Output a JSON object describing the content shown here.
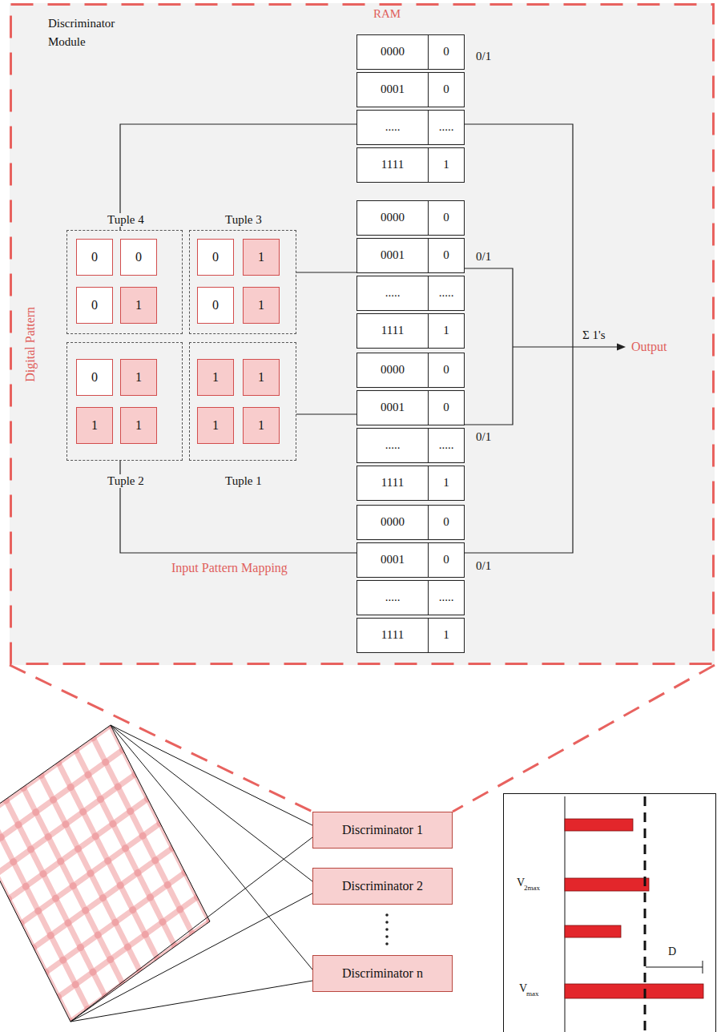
{
  "diagram": {
    "nodes": [
      {
        "text": [
          "Discriminator Module"
        ]
      },
      {
        "text": [
          "Tuple 4"
        ],
        "in": 0
      },
      {
        "text": [
          "0"
        ],
        "in": 1
      },
      {
        "text": [
          "0"
        ],
        "in": 1
      },
      {
        "text": [
          "0"
        ],
        "in": 1
      },
      {
        "text": [
          "1"
        ],
        "in": 1
      },
      {
        "text": [
          "Tuple 3"
        ],
        "in": 0
      },
      {
        "text": [
          "0"
        ],
        "in": 6
      },
      {
        "text": [
          "1"
        ],
        "in": 6
      },
      {
        "text": [
          "0"
        ],
        "in": 6
      },
      {
        "text": [
          "1"
        ],
        "in": 6
      },
      {
        "text": [
          "Tuple 2"
        ],
        "in": 0
      },
      {
        "text": [
          "0"
        ],
        "in": 11
      },
      {
        "text": [
          "1"
        ],
        "in": 11
      },
      {
        "text": [
          "1"
        ],
        "in": 11
      },
      {
        "text": [
          "1"
        ],
        "in": 11
      },
      {
        "text": [
          "Tuple 1"
        ],
        "in": 0
      },
      {
        "text": [
          "1"
        ],
        "in": 16
      },
      {
        "text": [
          "1"
        ],
        "in": 16
      },
      {
        "text": [
          "1"
        ],
        "in": 16
      },
      {
        "text": [
          "1"
        ],
        "in": 16
      },
      {
        "text": [
          "0000",
          "0",
          "0001",
          "0",
          ".....",
          ".....",
          "1111",
          "1"
        ],
        "in": 0
      },
      {
        "text": [
          "0000",
          "0",
          "0001",
          "0",
          ".....",
          ".....",
          "1111",
          "1"
        ],
        "in": 0
      },
      {
        "text": [
          "0000",
          "0",
          "0001",
          "0",
          ".....",
          ".....",
          "1111",
          "1"
        ],
        "in": 0
      },
      {
        "text": [
          "0000",
          "0",
          "0001",
          "0",
          ".....",
          ".....",
          "1111",
          "1"
        ],
        "in": 0
      },
      {
        "text": [
          "Discriminator 1"
        ]
      },
      {
        "text": [
          "Discriminator 2"
        ]
      },
      {
        "text": [
          "Discriminator n"
        ]
      }
    ],
    "edges": [
      {
        "from": 1,
        "to": 21,
        "arrow": "none"
      },
      {
        "from": 6,
        "to": 22,
        "arrow": "none"
      },
      {
        "from": 16,
        "to": 23,
        "arrow": "none"
      },
      {
        "from": 11,
        "to": 24,
        "arrow": "none"
      }
    ],
    "labels": [
      "RAM",
      "0/1",
      "0/1",
      "0/1",
      "0/1",
      "Σ 1's",
      "Output",
      "Digital Pattern",
      "Input Pattern Mapping",
      "V",
      "2max",
      "V",
      "max",
      "D"
    ]
  }
}
